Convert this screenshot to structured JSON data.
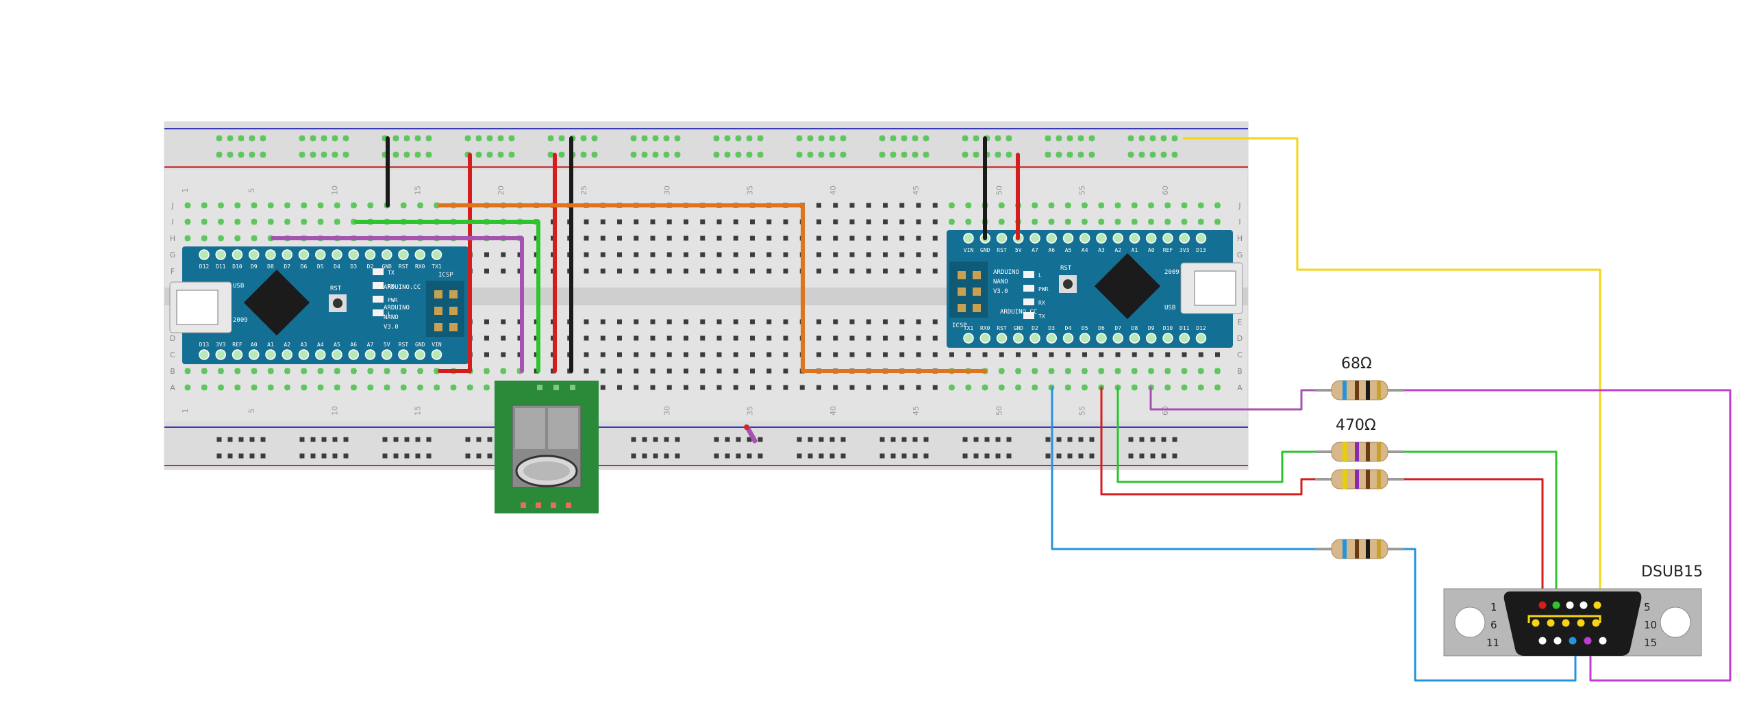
{
  "labels": {
    "resistor_1": "68Ω",
    "resistor_2": "470Ω",
    "connector": "DSUB15",
    "pin_1": "1",
    "pin_5": "5",
    "pin_6": "6",
    "pin_10": "10",
    "pin_11": "11",
    "pin_15": "15"
  },
  "breadboard": {
    "row_letters": [
      "J",
      "I",
      "H",
      "G",
      "F",
      "E",
      "D",
      "C",
      "B",
      "A"
    ],
    "column_numbers": [
      "1",
      "5",
      "10",
      "15",
      "20",
      "25",
      "30",
      "35",
      "40",
      "45",
      "50",
      "55",
      "60"
    ]
  },
  "arduino_left": {
    "brand": "ARDUINO.CC",
    "model": "ARDUINO",
    "name": "NANO",
    "version": "V3.0",
    "year": "2009",
    "usb": "USB",
    "icsp": "ICSP",
    "rst": "RST",
    "top_pins": [
      "D12",
      "D11",
      "D10",
      "D9",
      "D8",
      "D7",
      "D6",
      "D5",
      "D4",
      "D3",
      "D2",
      "GND",
      "RST",
      "RX0",
      "TX1"
    ],
    "bottom_pins": [
      "D13",
      "3V3",
      "REF",
      "A0",
      "A1",
      "A2",
      "A3",
      "A4",
      "A5",
      "A6",
      "A7",
      "5V",
      "RST",
      "GND",
      "VIN"
    ],
    "leds": [
      "TX",
      "RX",
      "PWR",
      "L"
    ]
  },
  "arduino_right": {
    "brand": "ARDUINO.CC",
    "model": "ARDUINO",
    "name": "NANO",
    "version": "V3.0",
    "year": "2009",
    "usb": "USB",
    "icsp": "ICSP",
    "rst": "RST",
    "top_pins": [
      "VIN",
      "GND",
      "RST",
      "5V",
      "A7",
      "A6",
      "A5",
      "A4",
      "A3",
      "A2",
      "A1",
      "A0",
      "REF",
      "3V3",
      "D13"
    ],
    "bottom_pins": [
      "TX1",
      "RX0",
      "RST",
      "GND",
      "D2",
      "D3",
      "D4",
      "D5",
      "D6",
      "D7",
      "D8",
      "D9",
      "D10",
      "D11",
      "D12"
    ],
    "leds": [
      "L",
      "PWR",
      "RX",
      "TX"
    ]
  },
  "colors": {
    "wire_black": "#1a1a1a",
    "wire_red": "#d41e1e",
    "wire_orange": "#e0741c",
    "wire_green": "#2ec42e",
    "wire_purple": "#a552b2",
    "wire_yellow": "#f5d515",
    "wire_blue": "#2494dc",
    "wire_magenta": "#c03cd2",
    "nano_board": "#136f93",
    "ps2_board": "#2a8a3a",
    "breadboard": "#e4e4e4"
  }
}
